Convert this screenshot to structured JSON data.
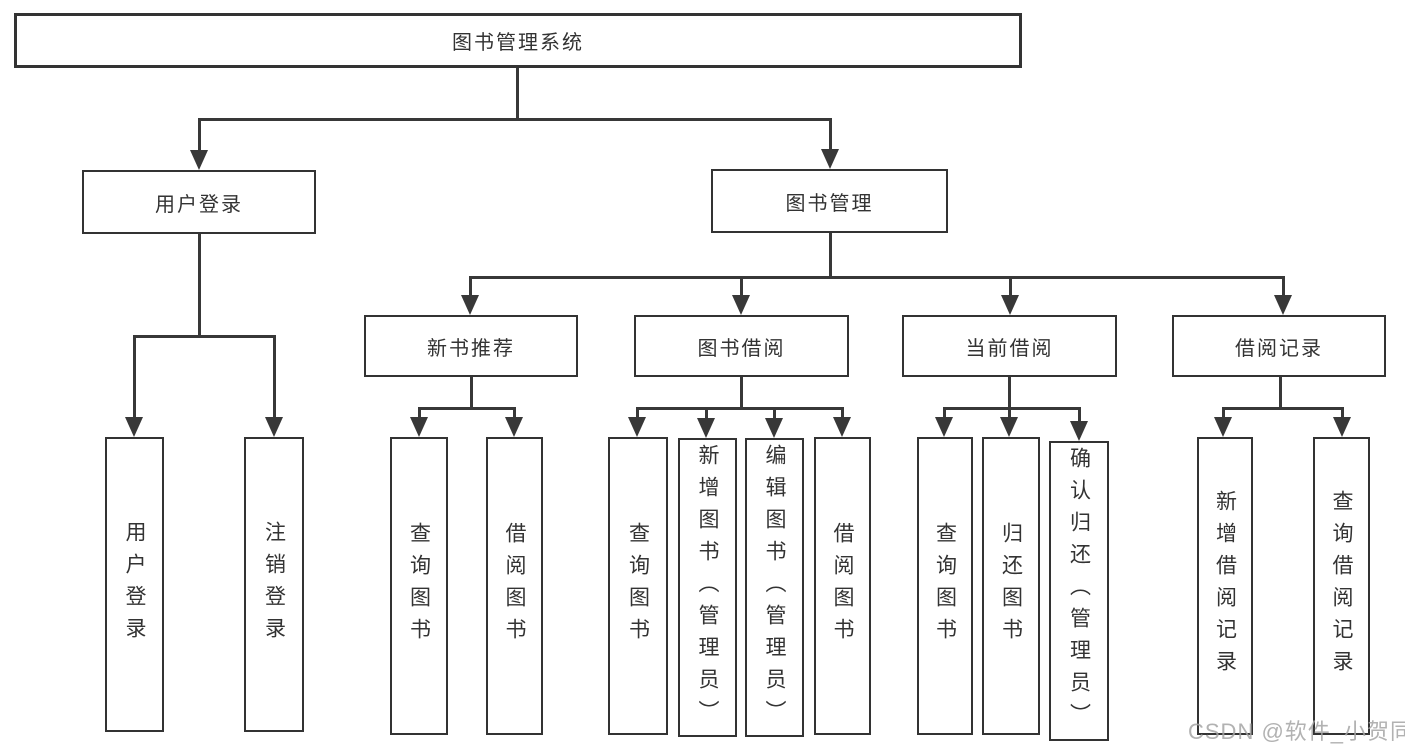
{
  "diagram_title": "图书管理系统",
  "nodes": {
    "root": {
      "label": "图书管理系统"
    },
    "user_login_branch": {
      "label": "用户登录"
    },
    "book_mgmt_branch": {
      "label": "图书管理"
    },
    "new_book_rec": {
      "label": "新书推荐"
    },
    "book_borrow": {
      "label": "图书借阅"
    },
    "current_borrow": {
      "label": "当前借阅"
    },
    "borrow_records": {
      "label": "借阅记录"
    },
    "leaf_user_login": {
      "label": "用户登录"
    },
    "leaf_logout": {
      "label": "注销登录"
    },
    "leaf_rec_query_books": {
      "label": "查询图书"
    },
    "leaf_rec_borrow_books": {
      "label": "借阅图书"
    },
    "leaf_bb_query_books": {
      "label": "查询图书"
    },
    "leaf_bb_add_books": {
      "label": "新增图书（管理员）"
    },
    "leaf_bb_edit_books": {
      "label": "编辑图书（管理员）"
    },
    "leaf_bb_borrow_books": {
      "label": "借阅图书"
    },
    "leaf_cb_query_books": {
      "label": "查询图书"
    },
    "leaf_cb_return_books": {
      "label": "归还图书"
    },
    "leaf_cb_confirm_return": {
      "label": "确认归还（管理员）"
    },
    "leaf_br_add_record": {
      "label": "新增借阅记录"
    },
    "leaf_br_query_record": {
      "label": "查询借阅记录"
    }
  },
  "hierarchy": {
    "图书管理系统": {
      "用户登录": [
        "用户登录",
        "注销登录"
      ],
      "图书管理": {
        "新书推荐": [
          "查询图书",
          "借阅图书"
        ],
        "图书借阅": [
          "查询图书",
          "新增图书（管理员）",
          "编辑图书（管理员）",
          "借阅图书"
        ],
        "当前借阅": [
          "查询图书",
          "归还图书",
          "确认归还（管理员）"
        ],
        "借阅记录": [
          "新增借阅记录",
          "查询借阅记录"
        ]
      }
    }
  },
  "watermark": "CSDN @软件_小贺同学",
  "colors": {
    "line": "#383838",
    "box_border": "#333333",
    "box_background": "#ffffff",
    "text": "#333333",
    "watermark": "#a4a4a4"
  }
}
